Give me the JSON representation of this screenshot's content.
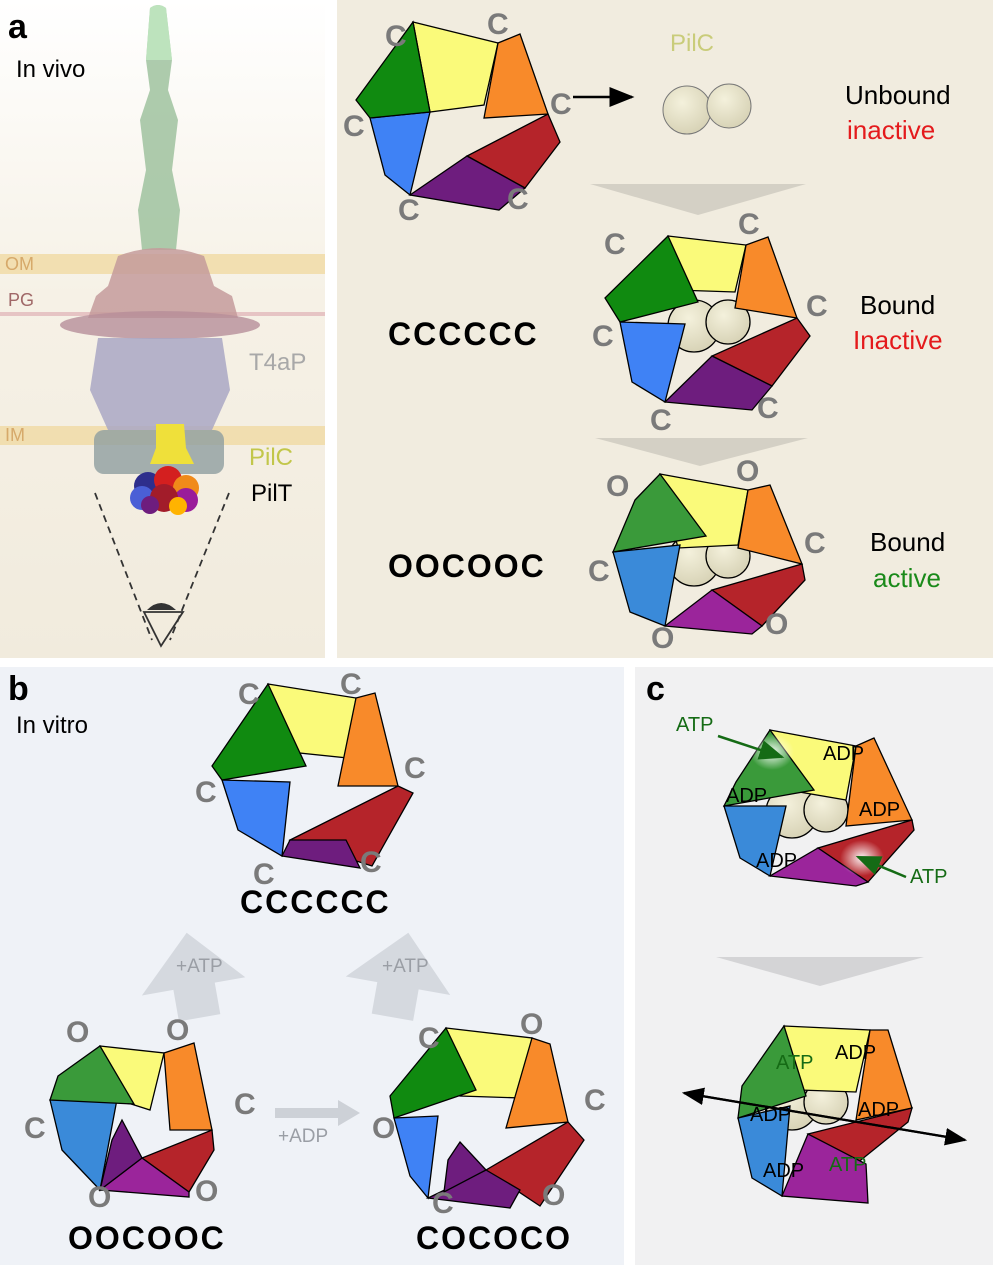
{
  "panel_a": {
    "label": "a",
    "condition": "In vivo",
    "membranes": {
      "om": "OM",
      "pg": "PG",
      "im": "IM"
    },
    "structure_label": "T4aP",
    "pilc_label": "PilC",
    "pilt_label": "PilT",
    "pilc_free_label": "PilC",
    "states": [
      {
        "sequence": "",
        "line1": "Unbound",
        "line2": "inactive",
        "line2_color": "#e41a1c"
      },
      {
        "sequence": "CCCCCC",
        "line1": "Bound",
        "line2": "Inactive",
        "line2_color": "#e41a1c"
      },
      {
        "sequence": "OOCOOC",
        "line1": "Bound",
        "line2": "active",
        "line2_color": "#1a8a1a"
      }
    ]
  },
  "panel_b": {
    "label": "b",
    "condition": "In vitro",
    "top_sequence": "CCCCCC",
    "left_sequence": "OOCOOC",
    "right_sequence": "COCOCO",
    "arrow_left": "+ATP",
    "arrow_right": "+ATP",
    "arrow_bottom": "+ADP"
  },
  "panel_c": {
    "label": "c",
    "top_labels": {
      "atp_in_1": "ATP",
      "atp_in_2": "ATP",
      "adp": "ADP"
    },
    "bottom_labels": {
      "atp": "ATP",
      "adp": "ADP"
    }
  },
  "colors": {
    "yellow": "#fafa7a",
    "orange": "#f88a2a",
    "red": "#b5242a",
    "purple": "#6e1d7e",
    "purple_active": "#9b259b",
    "blue": "#3f82f5",
    "blue_active": "#3a8ad9",
    "green": "#108a10",
    "green_active": "#3a9a3a",
    "gray_letter": "#7a7a7a"
  }
}
